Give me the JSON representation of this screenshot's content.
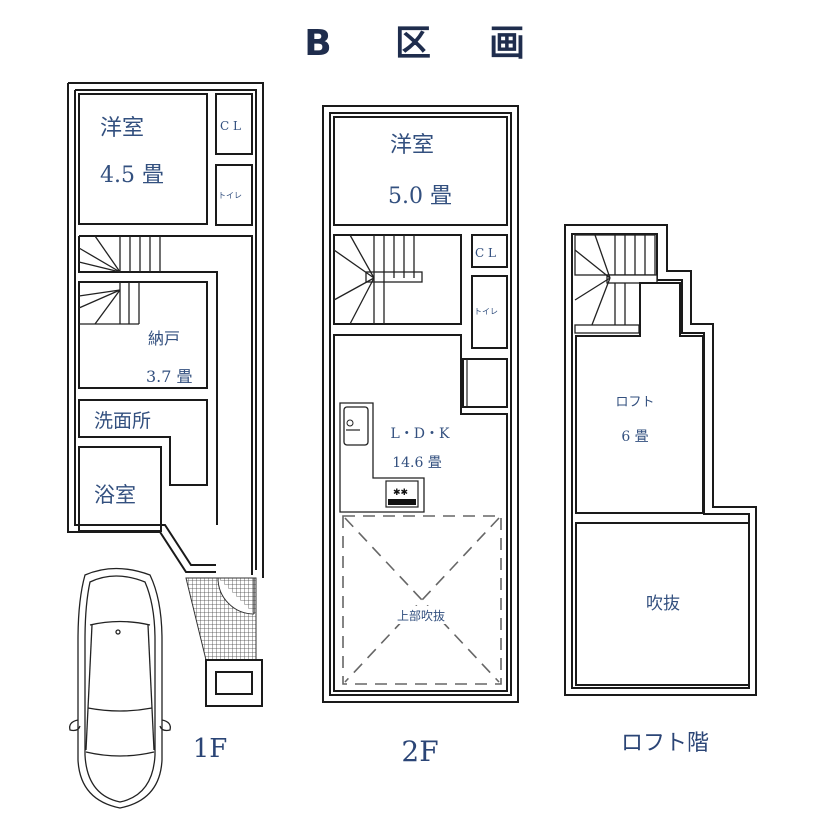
{
  "title": {
    "letter": "B",
    "kanji1": "区",
    "kanji2": "画"
  },
  "colors": {
    "label": "#33507f",
    "title": "#1f2d4d",
    "wall": "#1a1a1a"
  },
  "floor1": {
    "label": "1F",
    "rooms": {
      "western_room": {
        "name": "洋室",
        "size": "4.5 畳"
      },
      "closet": {
        "name": "C L"
      },
      "toilet": {
        "name": "トイレ"
      },
      "storage": {
        "name": "納戸",
        "size": "3.7 畳"
      },
      "washroom": {
        "name": "洗面所"
      },
      "bathroom": {
        "name": "浴室"
      }
    },
    "extras": [
      "stairs",
      "entrance-tile",
      "parking-car",
      "step-box"
    ]
  },
  "floor2": {
    "label": "2F",
    "rooms": {
      "western_room": {
        "name": "洋室",
        "size": "5.0 畳"
      },
      "closet": {
        "name": "C L"
      },
      "toilet": {
        "name": "トイレ"
      },
      "ldk": {
        "name": "L・D・K",
        "size": "14.6 畳"
      },
      "void_above": {
        "name": "上部吹抜"
      }
    },
    "extras": [
      "stairs",
      "kitchen-sink",
      "stove"
    ]
  },
  "loft": {
    "label": "ロフト階",
    "rooms": {
      "loft": {
        "name": "ロフト",
        "size": "6 畳"
      },
      "void": {
        "name": "吹抜"
      }
    },
    "extras": [
      "stairs"
    ]
  }
}
